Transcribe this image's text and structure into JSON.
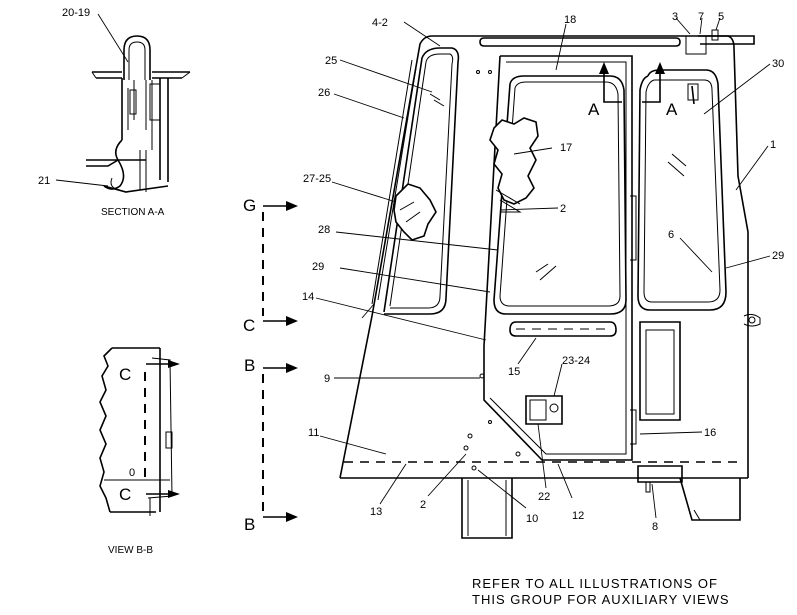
{
  "callouts": [
    {
      "id": "c-20-19",
      "text": "20-19"
    },
    {
      "id": "c-21",
      "text": "21"
    },
    {
      "id": "c-4-2",
      "text": "4-2"
    },
    {
      "id": "c-18",
      "text": "18"
    },
    {
      "id": "c-3",
      "text": "3"
    },
    {
      "id": "c-7",
      "text": "7"
    },
    {
      "id": "c-5",
      "text": "5"
    },
    {
      "id": "c-25",
      "text": "25"
    },
    {
      "id": "c-30",
      "text": "30"
    },
    {
      "id": "c-26",
      "text": "26"
    },
    {
      "id": "c-17",
      "text": "17"
    },
    {
      "id": "c-1",
      "text": "1"
    },
    {
      "id": "c-27-25",
      "text": "27-25"
    },
    {
      "id": "c-2a",
      "text": "2"
    },
    {
      "id": "c-28",
      "text": "28"
    },
    {
      "id": "c-6",
      "text": "6"
    },
    {
      "id": "c-29a",
      "text": "29"
    },
    {
      "id": "c-29b",
      "text": "29"
    },
    {
      "id": "c-14",
      "text": "14"
    },
    {
      "id": "c-23-24",
      "text": "23-24"
    },
    {
      "id": "c-9",
      "text": "9"
    },
    {
      "id": "c-15",
      "text": "15"
    },
    {
      "id": "c-11",
      "text": "11"
    },
    {
      "id": "c-16",
      "text": "16"
    },
    {
      "id": "c-13",
      "text": "13"
    },
    {
      "id": "c-2b",
      "text": "2"
    },
    {
      "id": "c-22",
      "text": "22"
    },
    {
      "id": "c-12",
      "text": "12"
    },
    {
      "id": "c-10",
      "text": "10"
    },
    {
      "id": "c-8",
      "text": "8"
    }
  ],
  "view_letters": {
    "g": "G",
    "c_main": "C",
    "b_top": "B",
    "b_bottom": "B",
    "a_left": "A",
    "a_right": "A",
    "c_view_top": "C",
    "c_view_bottom": "C",
    "zero_mark": "0"
  },
  "captions": {
    "section_aa": "SECTION A-A",
    "view_bb": "VIEW B-B"
  },
  "note": {
    "line1": "REFER TO ALL ILLUSTRATIONS OF",
    "line2": "THIS GROUP FOR AUXILIARY VIEWS"
  },
  "colors": {
    "ink": "#000000",
    "paper": "#ffffff"
  }
}
